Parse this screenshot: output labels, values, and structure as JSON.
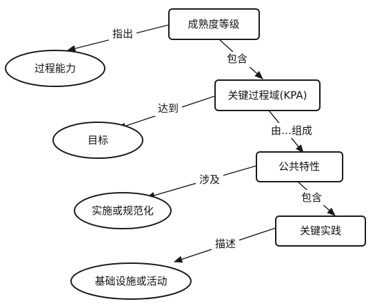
{
  "diagram": {
    "nodes": {
      "maturity_level": "成熟度等级",
      "process_capability": "过程能力",
      "kpa": "关键过程域(KPA)",
      "goal": "目标",
      "common_features": "公共特性",
      "implementation": "实施或规范化",
      "key_practices": "关键实践",
      "infrastructure": "基础设施或活动"
    },
    "edges": {
      "indicates": "指出",
      "contains_1": "包含",
      "achieves": "达到",
      "composed_of": "由…组成",
      "involves": "涉及",
      "contains_2": "包含",
      "describes": "描述"
    }
  }
}
